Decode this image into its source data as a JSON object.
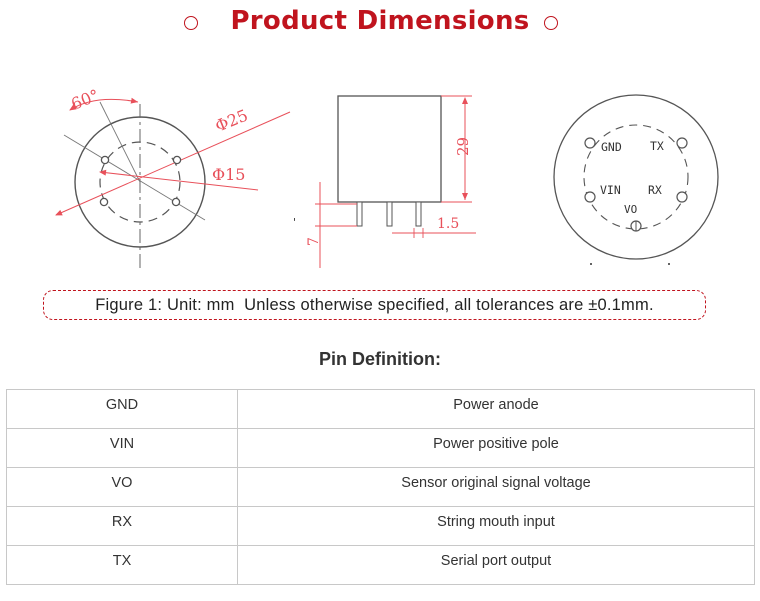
{
  "header": {
    "title": "Product Dimensions"
  },
  "diagram_labels": {
    "angle": "60°",
    "outer_diameter": "Φ25",
    "pin_circle_diameter": "Φ15",
    "height": "29",
    "pin_length": "7",
    "pin_pitch": "1.5",
    "pins": {
      "gnd": "GND",
      "tx": "TX",
      "vin": "VIN",
      "rx": "RX",
      "vo": "VO"
    }
  },
  "caption": "Figure 1: Unit: mm  Unless otherwise specified, all tolerances are ±0.1mm.",
  "pin_section": {
    "title": "Pin Definition:",
    "rows": [
      {
        "pin": "GND",
        "definition": "Power anode"
      },
      {
        "pin": "VIN",
        "definition": "Power positive pole"
      },
      {
        "pin": "VO",
        "definition": "Sensor original signal voltage"
      },
      {
        "pin": "RX",
        "definition": "String mouth input"
      },
      {
        "pin": "TX",
        "definition": "Serial port output"
      }
    ]
  },
  "colors": {
    "accent": "#c0141e",
    "line": "#555555",
    "dimension": "#e8505a"
  }
}
